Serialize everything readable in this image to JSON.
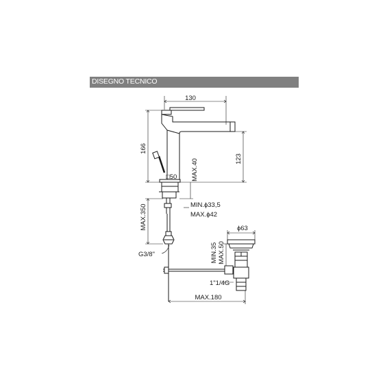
{
  "header": {
    "title": "DISEGNO TECNICO"
  },
  "dimensions": {
    "width_top": "130",
    "height_total": "166",
    "spout_height": "123",
    "base_square": "□50",
    "max_deck": "MAX.40",
    "max_under": "MAX.350",
    "hole_min": "MIN.ɸ33,5",
    "hole_max": "MAX.ɸ42",
    "thread_supply": "G3/8\"",
    "drain_diameter": "ɸ63",
    "drain_min": "MIN.35",
    "drain_max": "MAX.50",
    "drain_thread": "1\"1/4G",
    "max_reach": "MAX.180"
  },
  "colors": {
    "header_bg": "#808080",
    "line": "#1a1a1a"
  }
}
